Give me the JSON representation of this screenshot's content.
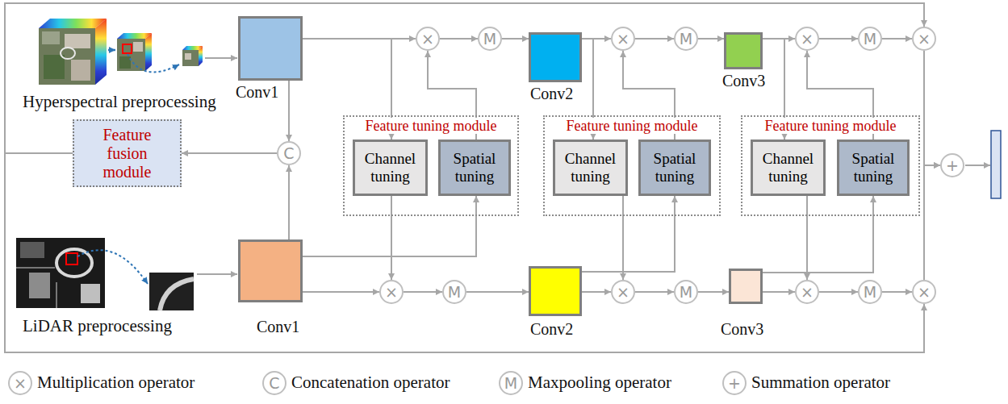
{
  "diagram": {
    "nodes": [
      {
        "text": [
          "Conv1"
        ]
      },
      {
        "text": [
          "×"
        ]
      },
      {
        "text": [
          "M"
        ]
      },
      {
        "text": [
          "Conv2"
        ]
      },
      {
        "text": [
          "×"
        ]
      },
      {
        "text": [
          "M"
        ]
      },
      {
        "text": [
          "Conv3"
        ]
      },
      {
        "text": [
          "×"
        ]
      },
      {
        "text": [
          "M"
        ]
      },
      {
        "text": [
          "×"
        ]
      },
      {
        "text": [
          "C"
        ]
      },
      {
        "text": [
          "Feature fusion module"
        ]
      },
      {
        "text": [
          "Feature tuning module"
        ]
      },
      {
        "text": [
          "Channel tuning"
        ],
        "in": 12
      },
      {
        "text": [
          "Spatial tuning"
        ],
        "in": 12
      },
      {
        "text": [
          "Feature tuning module"
        ]
      },
      {
        "text": [
          "Channel tuning"
        ],
        "in": 15
      },
      {
        "text": [
          "Spatial tuning"
        ],
        "in": 15
      },
      {
        "text": [
          "Feature tuning module"
        ]
      },
      {
        "text": [
          "Channel tuning"
        ],
        "in": 18
      },
      {
        "text": [
          "Spatial tuning"
        ],
        "in": 18
      },
      {
        "text": [
          "+"
        ]
      },
      {
        "text": [
          "Conv1"
        ]
      },
      {
        "text": [
          "×"
        ]
      },
      {
        "text": [
          "M"
        ]
      },
      {
        "text": [
          "Conv2"
        ]
      },
      {
        "text": [
          "×"
        ]
      },
      {
        "text": [
          "M"
        ]
      },
      {
        "text": [
          "Conv3"
        ]
      },
      {
        "text": [
          "×"
        ]
      },
      {
        "text": [
          "M"
        ]
      },
      {
        "text": [
          "×"
        ]
      }
    ],
    "edges": [
      {
        "from": 0,
        "to": 1,
        "arrow": "to"
      },
      {
        "from": 0,
        "to": 13,
        "arrow": "to"
      },
      {
        "from": 14,
        "to": 1,
        "arrow": "to"
      },
      {
        "from": 1,
        "to": 2,
        "arrow": "to"
      },
      {
        "from": 2,
        "to": 3,
        "arrow": "to"
      },
      {
        "from": 22,
        "to": 23,
        "arrow": "to"
      },
      {
        "from": 22,
        "to": 14,
        "arrow": "to"
      },
      {
        "from": 13,
        "to": 23,
        "arrow": "to"
      },
      {
        "from": 23,
        "to": 24,
        "arrow": "to"
      },
      {
        "from": 24,
        "to": 25,
        "arrow": "to"
      },
      {
        "from": 0,
        "to": 10,
        "arrow": "to"
      },
      {
        "from": 22,
        "to": 10,
        "arrow": "to"
      },
      {
        "from": 10,
        "to": 11,
        "arrow": "to"
      },
      {
        "from": 3,
        "to": 4,
        "arrow": "to"
      },
      {
        "from": 3,
        "to": 16,
        "arrow": "to"
      },
      {
        "from": 17,
        "to": 4,
        "arrow": "to"
      },
      {
        "from": 4,
        "to": 5,
        "arrow": "to"
      },
      {
        "from": 5,
        "to": 6,
        "arrow": "to"
      },
      {
        "from": 25,
        "to": 26,
        "arrow": "to"
      },
      {
        "from": 25,
        "to": 17,
        "arrow": "to"
      },
      {
        "from": 16,
        "to": 26,
        "arrow": "to"
      },
      {
        "from": 26,
        "to": 27,
        "arrow": "to"
      },
      {
        "from": 27,
        "to": 28,
        "arrow": "to"
      },
      {
        "from": 6,
        "to": 7,
        "arrow": "to"
      },
      {
        "from": 6,
        "to": 19,
        "arrow": "to"
      },
      {
        "from": 20,
        "to": 7,
        "arrow": "to"
      },
      {
        "from": 7,
        "to": 8,
        "arrow": "to"
      },
      {
        "from": 8,
        "to": 9,
        "arrow": "to"
      },
      {
        "from": 28,
        "to": 29,
        "arrow": "to"
      },
      {
        "from": 28,
        "to": 20,
        "arrow": "to"
      },
      {
        "from": 19,
        "to": 29,
        "arrow": "to"
      },
      {
        "from": 29,
        "to": 30,
        "arrow": "to"
      },
      {
        "from": 30,
        "to": 31,
        "arrow": "to"
      },
      {
        "from": 11,
        "to": 9,
        "arrow": "to"
      },
      {
        "from": 11,
        "to": 31,
        "arrow": "to"
      },
      {
        "from": 9,
        "to": 21,
        "arrow": "to"
      },
      {
        "from": 31,
        "to": 21,
        "arrow": "to"
      }
    ],
    "labels": [
      "Hyperspectral preprocessing",
      "LiDAR preprocessing",
      "×",
      "C",
      "M",
      "+"
    ],
    "legend": [
      {
        "text": "Multiplication operator"
      },
      {
        "text": "Concatenation operator"
      },
      {
        "text": "Maxpooling operator"
      },
      {
        "text": "Summation operator"
      }
    ]
  }
}
